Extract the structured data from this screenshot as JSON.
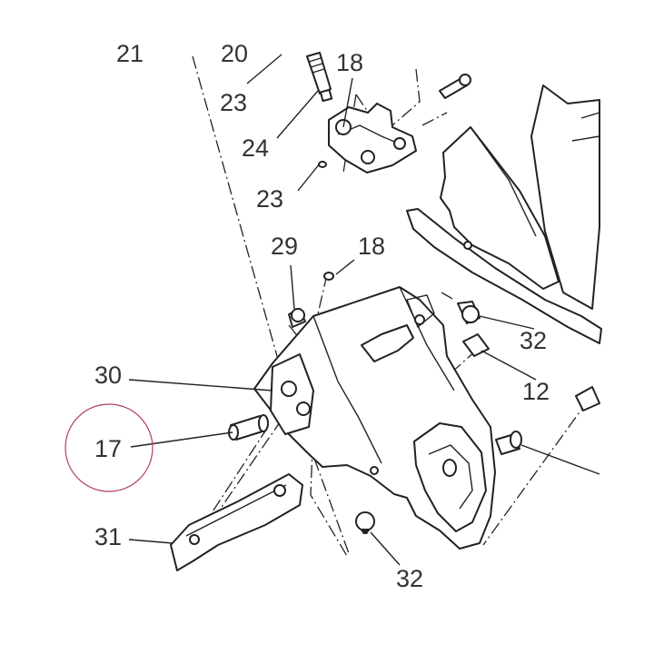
{
  "diagram": {
    "callouts": [
      {
        "id": "c21",
        "text": "21"
      },
      {
        "id": "c20",
        "text": "20"
      },
      {
        "id": "c18a",
        "text": "18"
      },
      {
        "id": "c23a",
        "text": "23"
      },
      {
        "id": "c24",
        "text": "24"
      },
      {
        "id": "c23b",
        "text": "23"
      },
      {
        "id": "c29",
        "text": "29"
      },
      {
        "id": "c18b",
        "text": "18"
      },
      {
        "id": "c32a",
        "text": "32"
      },
      {
        "id": "c12",
        "text": "12"
      },
      {
        "id": "c30",
        "text": "30"
      },
      {
        "id": "c17",
        "text": "17"
      },
      {
        "id": "c31",
        "text": "31"
      },
      {
        "id": "c32b",
        "text": "32"
      }
    ],
    "highlight": {
      "target": "17",
      "color": "#b0405a"
    },
    "colors": {
      "line": "#222222",
      "text": "#333333",
      "background": "#ffffff"
    }
  }
}
